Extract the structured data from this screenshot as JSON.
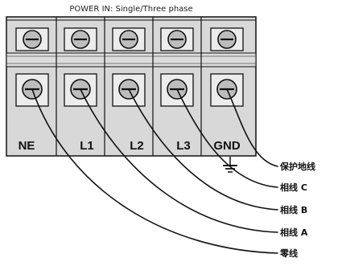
{
  "header": {
    "title": "POWER IN: Single/Three phase"
  },
  "terminals": [
    {
      "label": "NE"
    },
    {
      "label": "L1"
    },
    {
      "label": "L2"
    },
    {
      "label": "L3"
    },
    {
      "label": "GND"
    }
  ],
  "icons": {
    "screw": "terminal-screw-icon",
    "ground": "ground-symbol-icon"
  },
  "wire_labels": {
    "gnd": "保护地线",
    "l3": "相线 C",
    "l2": "相线 B",
    "l1": "相线 A",
    "ne": "零线"
  },
  "colors": {
    "block_fill": "#d8d8d8",
    "outline": "#111111",
    "wire": "#111111",
    "background": "#ffffff"
  }
}
